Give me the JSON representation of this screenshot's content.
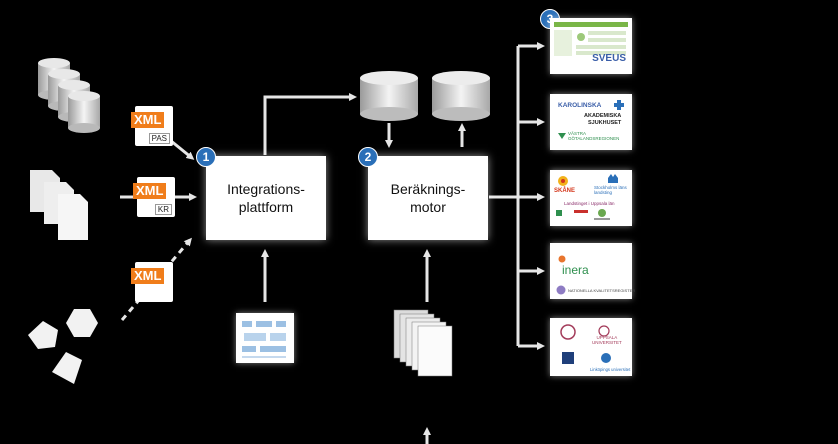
{
  "boxes": {
    "integration": "Integrations-\nplattform",
    "calc": "Beräknings-\nmotor"
  },
  "badges": [
    "1",
    "2",
    "3"
  ],
  "xml_files": [
    {
      "tag": "XML",
      "sub": "PAS"
    },
    {
      "tag": "XML",
      "sub": "KR"
    },
    {
      "tag": "XML",
      "sub": ""
    }
  ],
  "logos": {
    "sveus": "SVEUS",
    "karolinska": "KAROLINSKA",
    "akademiska": "AKADEMISKA\nSJUKHUSET",
    "vgr": "VÄSTRA\nGÖTALANDSREGIONEN",
    "skane": "SKÅNE",
    "stockholm": "Stockholms läns\nlandsting",
    "landstinget": "Landstinget i Uppsala län",
    "inera": "inera",
    "nkr": "NATIONELLA KVALITETSREGISTER",
    "uppsala_uni": "UPPSALA\nUNIVERSITET",
    "liu": "Linköpings universitet"
  },
  "colors": {
    "background": "#000000",
    "badge": "#2a6fb8",
    "xml_orange": "#f07d1a",
    "arrow": "#e6e6e6"
  }
}
